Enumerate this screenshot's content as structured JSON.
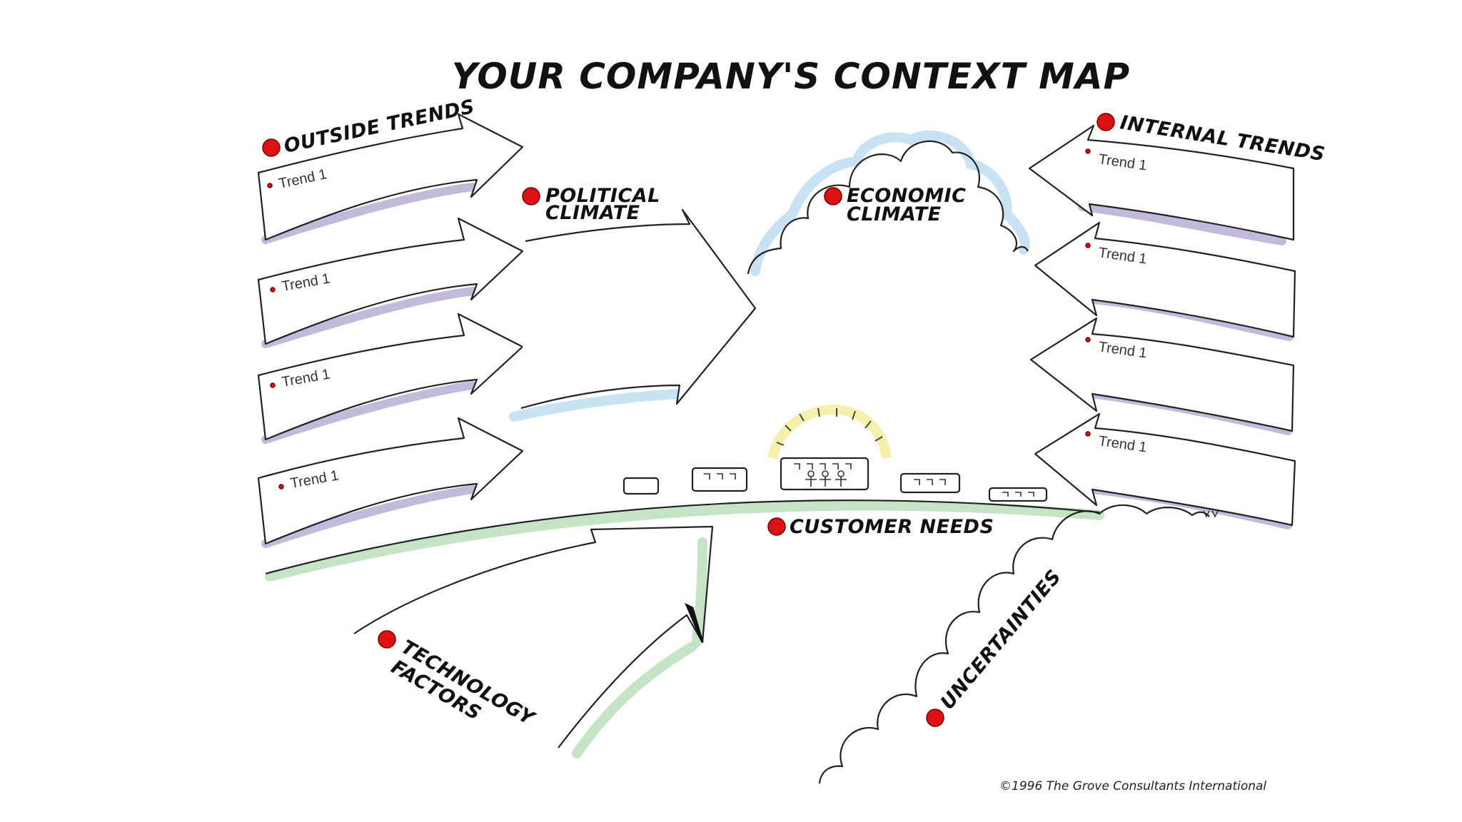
{
  "title": "YOUR COMPANY'S CONTEXT MAP",
  "sections": {
    "outside_trends": {
      "label": "OUTSIDE TRENDS",
      "items": [
        "Trend 1",
        "Trend 1",
        "Trend 1",
        "Trend 1"
      ]
    },
    "political_climate": {
      "label_line1": "POLITICAL",
      "label_line2": "CLIMATE"
    },
    "economic_climate": {
      "label_line1": "ECONOMIC",
      "label_line2": "CLIMATE"
    },
    "internal_trends": {
      "label": "INTERNAL TRENDS",
      "items": [
        "Trend 1",
        "Trend 1",
        "Trend 1",
        "Trend 1"
      ]
    },
    "customer_needs": {
      "label": "CUSTOMER NEEDS"
    },
    "technology_factors": {
      "label_line1": "TECHNOLOGY",
      "label_line2": "FACTORS"
    },
    "uncertainties": {
      "label": "UNCERTAINTIES"
    }
  },
  "copyright": "©1996 The Grove Consultants International",
  "colors": {
    "marker": "#dd1111",
    "outside_shade": "#b3a7d2",
    "sky_shade": "#b9dbf0",
    "earth_shade": "#bfe0bf",
    "glow": "#f3ea88"
  }
}
